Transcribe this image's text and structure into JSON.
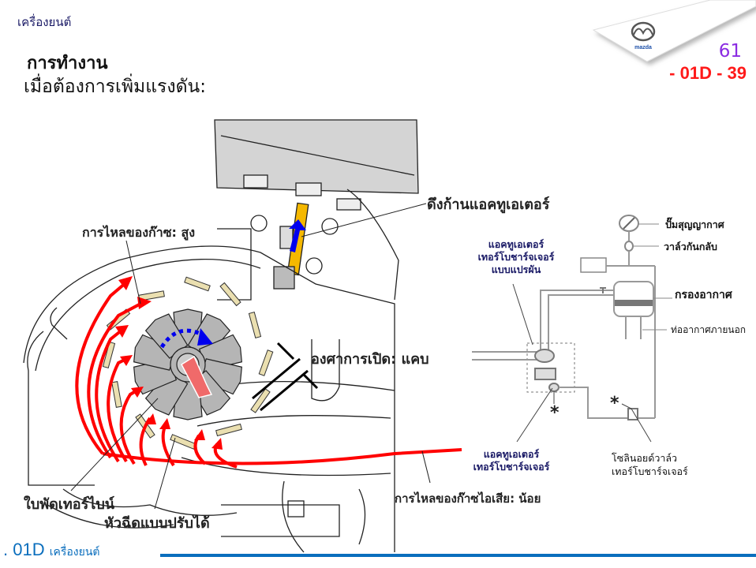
{
  "header": {
    "section_label": "เครื่องยนต์",
    "title": "การทำงาน",
    "subtitle": "เมื่อต้องการเพิ่มแรงดัน:",
    "page_number": "61",
    "page_code": "- 01D - 39",
    "brand": "mazda"
  },
  "diagram_left": {
    "labels": {
      "actuator_rod_pull": "ดึงก้านแอคทูเอเตอร์",
      "gas_flow_high": "การไหลของก๊าซ: สูง",
      "opening_angle": "องศาการเปิด: แคบ",
      "turbine_blades": "ใบพัดเทอร์ไบน์",
      "variable_nozzle": "หัวฉีดแบบปรับได้",
      "exhaust_flow_low": "การไหลของก๊าซไอเสีย: น้อย"
    }
  },
  "diagram_right": {
    "labels": {
      "variable_actuator": [
        "แอคทูเอเตอร์",
        "เทอร์โบชาร์จเจอร์",
        "แบบแปรผัน"
      ],
      "vacuum_pump": "ปั๊มสุญญากาศ",
      "check_valve": "วาล์วกันกลับ",
      "air_filter": "กรองอากาศ",
      "outside_air_pipe": "ท่ออากาศภายนอก",
      "turbo_actuator": [
        "แอคทูเอเตอร์",
        "เทอร์โบชาร์จเจอร์"
      ],
      "solenoid_valve": [
        "โซลินอยด์วาล์ว",
        "เทอร์โบชาร์จเจอร์"
      ],
      "asterisk": "*"
    }
  },
  "footer": {
    "code": ". 01D",
    "label": "เครื่องยนต์"
  },
  "colors": {
    "title_purple": "#8a2be2",
    "code_red": "#ff1a1a",
    "footer_blue": "#0a6ebd",
    "gas_flow_red": "#ff0000",
    "rotation_blue": "#0000ee",
    "vane_tan": "#eadfb0",
    "rod_yellow": "#f5b800"
  }
}
